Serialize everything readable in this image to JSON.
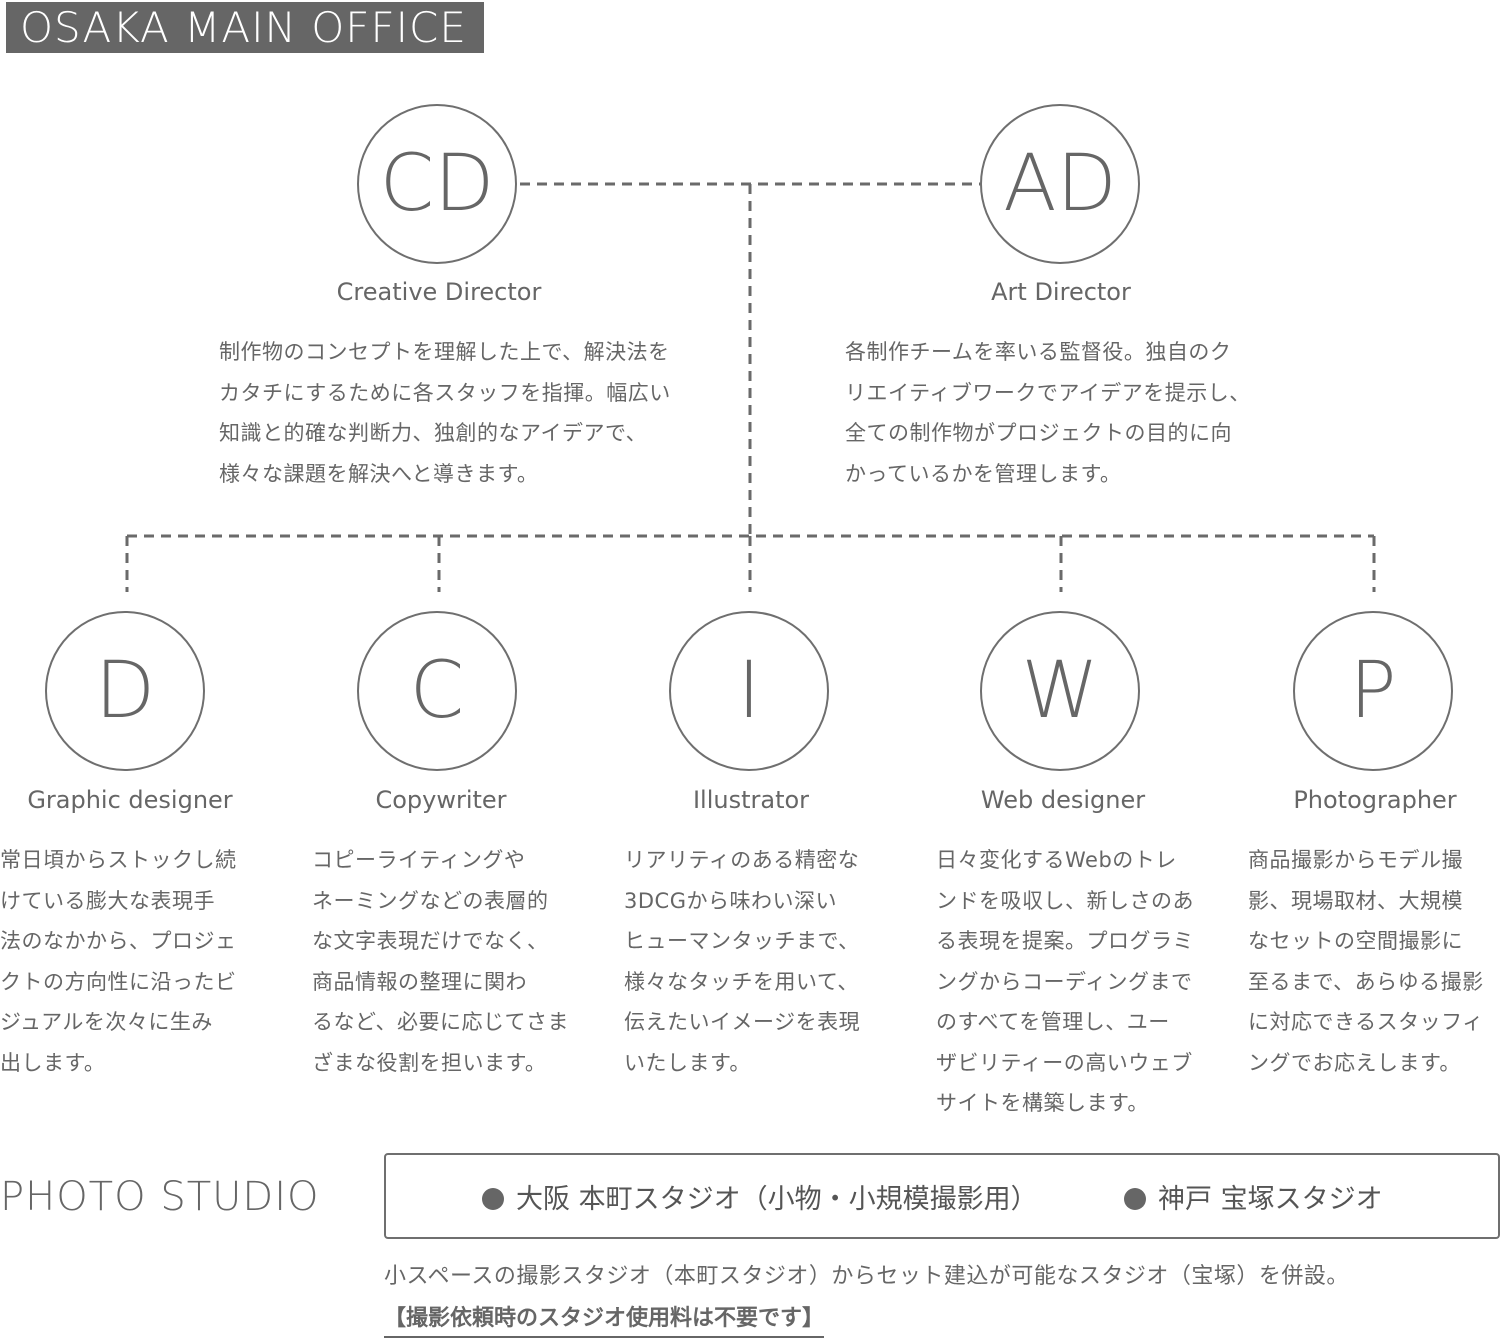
{
  "header": {
    "title": "OSAKA MAIN OFFICE"
  },
  "directors": [
    {
      "abbr": "CD",
      "title": "Creative Director",
      "desc": "制作物のコンセプトを理解した上で、解決法を\nカタチにするために各スタッフを指揮。幅広い\n知識と的確な判断力、独創的なアイデアで、\n様々な課題を解決へと導きます。"
    },
    {
      "abbr": "AD",
      "title": "Art Director",
      "desc": "各制作チームを率いる監督役。独自のク\nリエイティブワークでアイデアを提示し、\n全ての制作物がプロジェクトの目的に向\nかっているかを管理します。"
    }
  ],
  "staff": [
    {
      "abbr": "D",
      "title": "Graphic designer",
      "desc": "常日頃からストックし続\nけている膨大な表現手\n法のなかから、プロジェ\nクトの方向性に沿ったビ\nジュアルを次々に生み\n出します。"
    },
    {
      "abbr": "C",
      "title": "Copywriter",
      "desc": "コピーライティングや\nネーミングなどの表層的\nな文字表現だけでなく、\n商品情報の整理に関わ\nるなど、必要に応じてさま\nざまな役割を担います。"
    },
    {
      "abbr": "I",
      "title": "Illustrator",
      "desc": "リアリティのある精密な\n3DCGから味わい深い\nヒューマンタッチまで、\n様々なタッチを用いて、\n伝えたいイメージを表現\nいたします。"
    },
    {
      "abbr": "W",
      "title": "Web designer",
      "desc": "日々変化するWebのトレ\nンドを吸収し、新しさのあ\nる表現を提案。プログラミ\nングからコーディングまで\nのすべてを管理し、ユー\nザビリティーの高いウェブ\nサイトを構築します。"
    },
    {
      "abbr": "P",
      "title": "Photographer",
      "desc": "商品撮影からモデル撮\n影、現場取材、大規模\nなセットの空間撮影に\n至るまで、あらゆる撮影\nに対応できるスタッフィ\nングでお応えします。"
    }
  ],
  "studio": {
    "label": "PHOTO STUDIO",
    "items": [
      "大阪 本町スタジオ（小物・小規模撮影用）",
      "神戸 宝塚スタジオ"
    ],
    "note": "小スペースの撮影スタジオ（本町スタジオ）からセット建込が可能なスタジオ（宝塚）を併設。",
    "fee": "【撮影依頼時のスタジオ使用料は不要です】"
  }
}
